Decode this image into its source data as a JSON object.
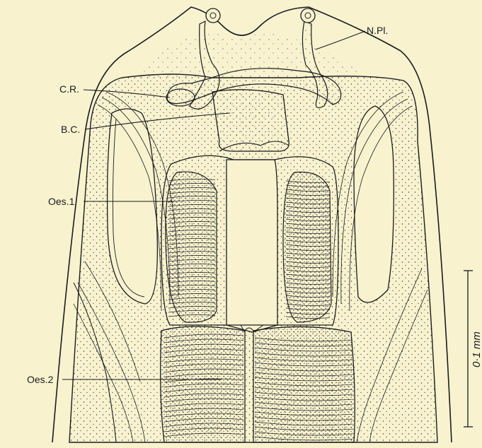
{
  "labels": {
    "npl": "N.Pl.",
    "cr": "C.R.",
    "bc": "B.C.",
    "oes1": "Oes.1.",
    "oes2": "Oes.2"
  },
  "scale_bar": {
    "text": "0·1 mm"
  },
  "colors": {
    "paper": "#f8f2cf",
    "ink": "#1c1c1c"
  }
}
